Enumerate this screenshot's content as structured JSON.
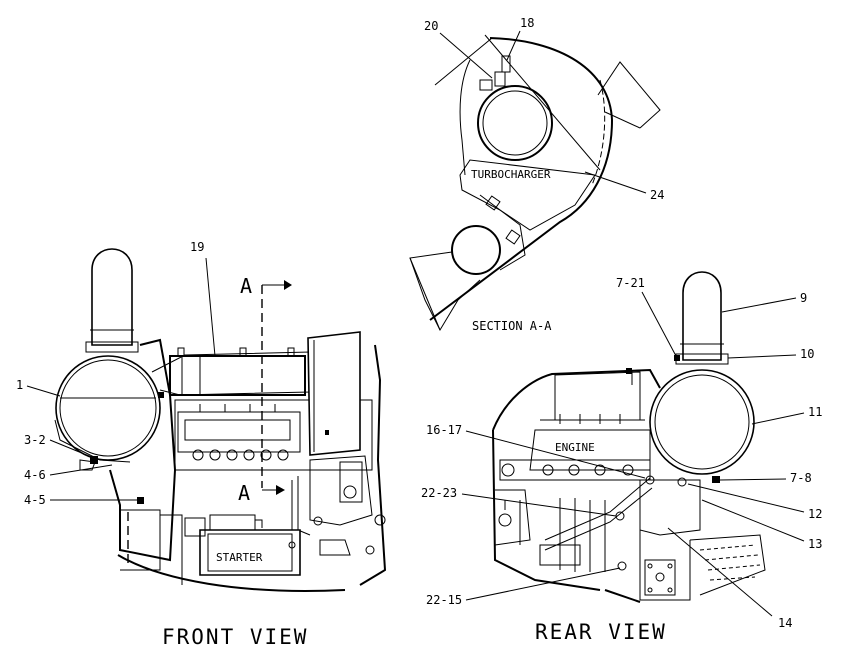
{
  "views": {
    "front_title": "FRONT VIEW",
    "rear_title": "REAR VIEW",
    "section_title": "SECTION A-A"
  },
  "section_markers": {
    "upper": "A",
    "lower": "A"
  },
  "component_text": {
    "turbocharger": "TURBOCHARGER",
    "starter": "STARTER",
    "engine": "ENGINE"
  },
  "callouts": {
    "c1": "1",
    "c3_2": "3-2",
    "c4_6": "4-6",
    "c4_5": "4-5",
    "c19": "19",
    "c20": "20",
    "c18": "18",
    "c24": "24",
    "c7_21": "7-21",
    "c9": "9",
    "c10": "10",
    "c11": "11",
    "c16_17": "16-17",
    "c7_8": "7-8",
    "c12": "12",
    "c22_23": "22-23",
    "c13": "13",
    "c22_15": "22-15",
    "c14": "14"
  }
}
